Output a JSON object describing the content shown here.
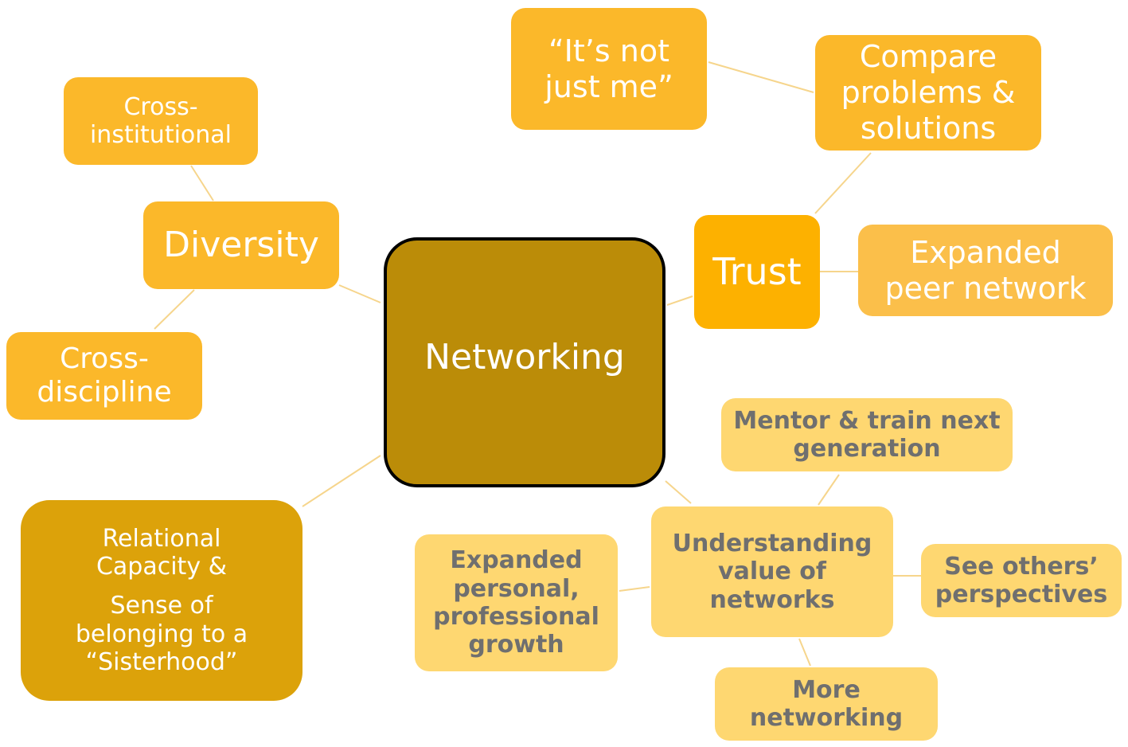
{
  "colors": {
    "hub": "#bb8c08",
    "primary_nodes": "#fbb82a",
    "trust": "#fdb100",
    "relational": "#dca20a",
    "light_nodes": "#fed771",
    "connector": "#f6d58c"
  },
  "hub": {
    "label": "Networking"
  },
  "diversity": {
    "label": "Diversity",
    "cross_institutional": [
      "Cross-",
      "institutional"
    ],
    "cross_discipline": [
      "Cross-",
      "discipline"
    ]
  },
  "relational": {
    "lines_a": [
      "Relational",
      "Capacity &"
    ],
    "lines_b": [
      "Sense of",
      "belonging to a",
      "“Sisterhood”"
    ]
  },
  "trust": {
    "label": "Trust",
    "not_just_me": [
      "“It’s not",
      "just me”"
    ],
    "compare": [
      "Compare",
      "problems &",
      "solutions"
    ],
    "peer_network": [
      "Expanded",
      "peer network"
    ]
  },
  "understanding": {
    "label": [
      "Understanding",
      "value of",
      "networks"
    ],
    "mentor": [
      "Mentor & train next",
      "generation"
    ],
    "personal_growth": [
      "Expanded",
      "personal,",
      "professional",
      "growth"
    ],
    "others_perspectives": [
      "See others’",
      "perspectives"
    ],
    "more_networking": [
      "More",
      "networking"
    ]
  }
}
